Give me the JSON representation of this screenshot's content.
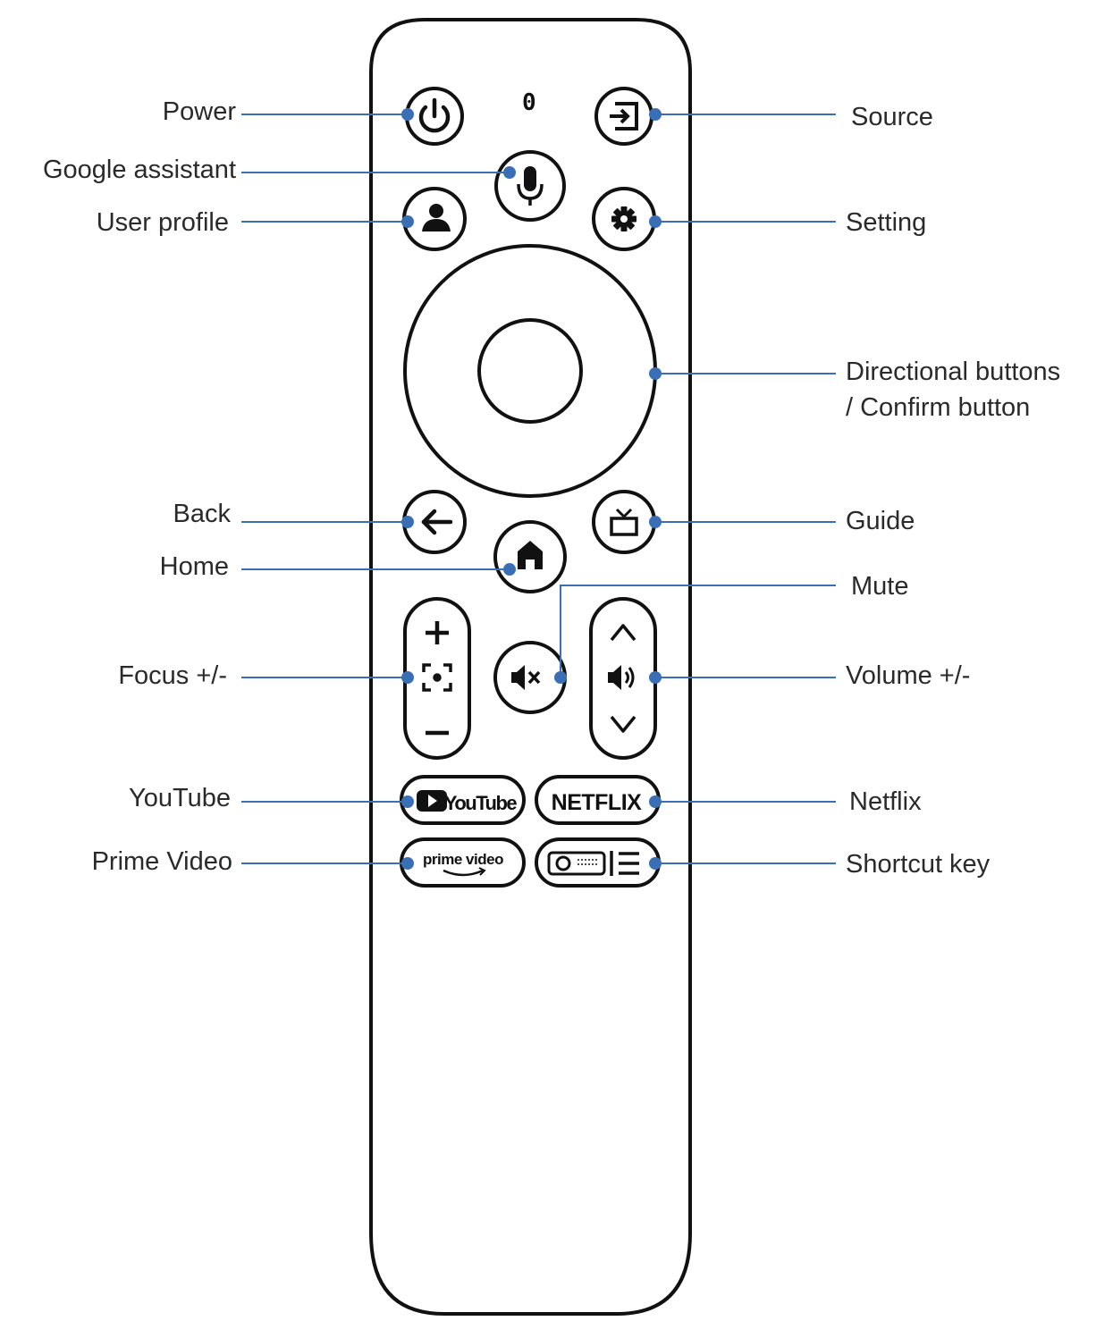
{
  "colors": {
    "callout": "#3a6fb5",
    "outline": "#111111",
    "text": "#2a2a2a"
  },
  "remote": {
    "mic_indicator": "0",
    "brand_buttons": {
      "youtube": "YouTube",
      "netflix": "NETFLIX",
      "prime_line1": "prime video"
    }
  },
  "labels": {
    "power": "Power",
    "google_assistant": "Google assistant",
    "user_profile": "User profile",
    "back": "Back",
    "home": "Home",
    "focus": "Focus +/-",
    "youtube": "YouTube",
    "prime_video": "Prime Video",
    "source": "Source",
    "setting": "Setting",
    "directional_line1": "Directional buttons",
    "directional_line2": "/ Confirm button",
    "guide": "Guide",
    "mute": "Mute",
    "volume": "Volume +/-",
    "netflix": "Netflix",
    "shortcut_key": "Shortcut key"
  },
  "icons": {
    "power": "power-icon",
    "source": "input-source-icon",
    "mic": "microphone-icon",
    "user": "user-icon",
    "gear": "gear-icon",
    "back": "arrow-left-icon",
    "home": "home-icon",
    "guide": "tv-icon",
    "mute": "speaker-mute-icon",
    "volume": "speaker-icon",
    "focus": "focus-icon",
    "shortcut": "projector-list-icon"
  }
}
